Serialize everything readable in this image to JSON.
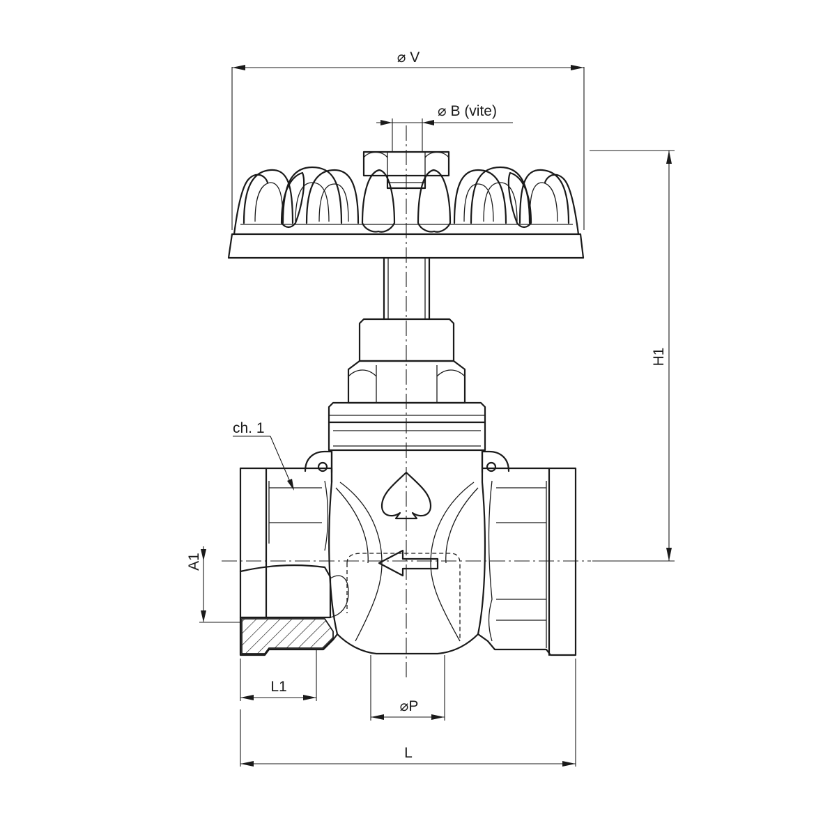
{
  "labels": {
    "dia_v": "⌀ V",
    "dia_b": "⌀ B (vite)",
    "h1": "H1",
    "ch": "ch. 1",
    "a1": "A1",
    "l1": "L1",
    "dia_p": "⌀P",
    "l": "L"
  },
  "colors": {
    "line": "#1a1a1a",
    "background": "#ffffff"
  }
}
